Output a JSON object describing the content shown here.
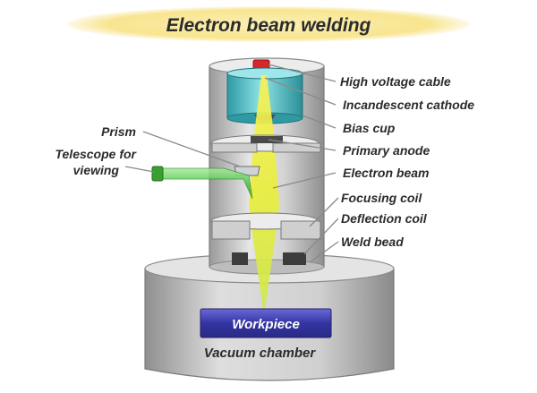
{
  "title": "Electron beam welding",
  "labels": {
    "high_voltage_cable": "High voltage cable",
    "incandescent_cathode": "Incandescent cathode",
    "bias_cup": "Bias cup",
    "primary_anode": "Primary anode",
    "electron_beam": "Electron beam",
    "focusing_coil": "Focusing coil",
    "deflection_coil": "Deflection coil",
    "weld_bead": "Weld bead",
    "prism": "Prism",
    "telescope_line1": "Telescope for",
    "telescope_line2": "viewing",
    "workpiece": "Workpiece",
    "vacuum_chamber": "Vacuum chamber"
  },
  "colors": {
    "title_banner": "#fbe9a0",
    "body_metal": "#c9c9c9",
    "cathode_cyan": "#5fc9cf",
    "cable_red": "#d9262b",
    "beam_yellow": "#f2ea2a",
    "workpiece_blue": "#3a3aa8",
    "telescope_green": "#57c94f"
  }
}
